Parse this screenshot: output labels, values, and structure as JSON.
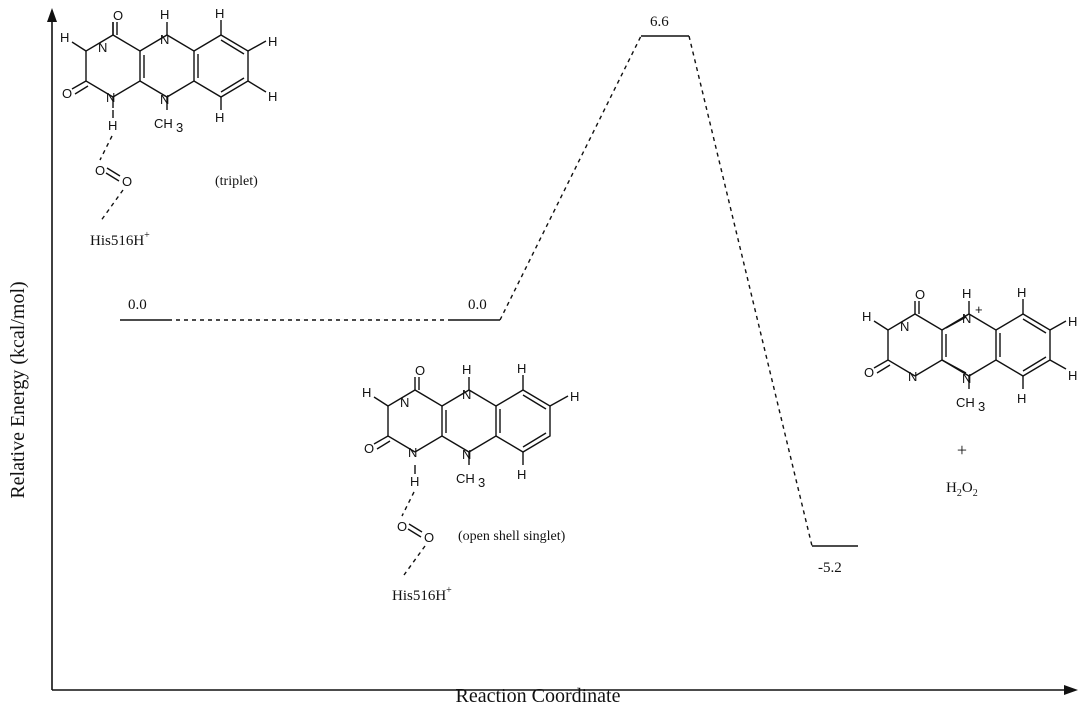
{
  "axes": {
    "y_label": "Relative Energy (kcal/mol)",
    "x_label": "Reaction Coordinate"
  },
  "levels": [
    {
      "id": "reactant",
      "energy": 0.0,
      "label": "0.0"
    },
    {
      "id": "intermediate",
      "energy": 0.0,
      "label": "0.0"
    },
    {
      "id": "transition_state",
      "energy": 6.6,
      "label": "6.6"
    },
    {
      "id": "product",
      "energy": -5.2,
      "label": "-5.2"
    }
  ],
  "structures": {
    "triplet": {
      "state": "(triplet)",
      "partner": "His516H",
      "partner_charge": "+"
    },
    "singlet": {
      "state": "(open shell singlet)",
      "partner": "His516H",
      "partner_charge": "+"
    },
    "product": {
      "plus": "+",
      "h2o2_h": "H",
      "h2o2_sub1": "2",
      "h2o2_o": "O",
      "h2o2_sub2": "2"
    }
  },
  "atoms": {
    "H": "H",
    "N": "N",
    "O": "O",
    "C": "C",
    "CH": "CH",
    "sub3": "3",
    "plus": "+"
  }
}
